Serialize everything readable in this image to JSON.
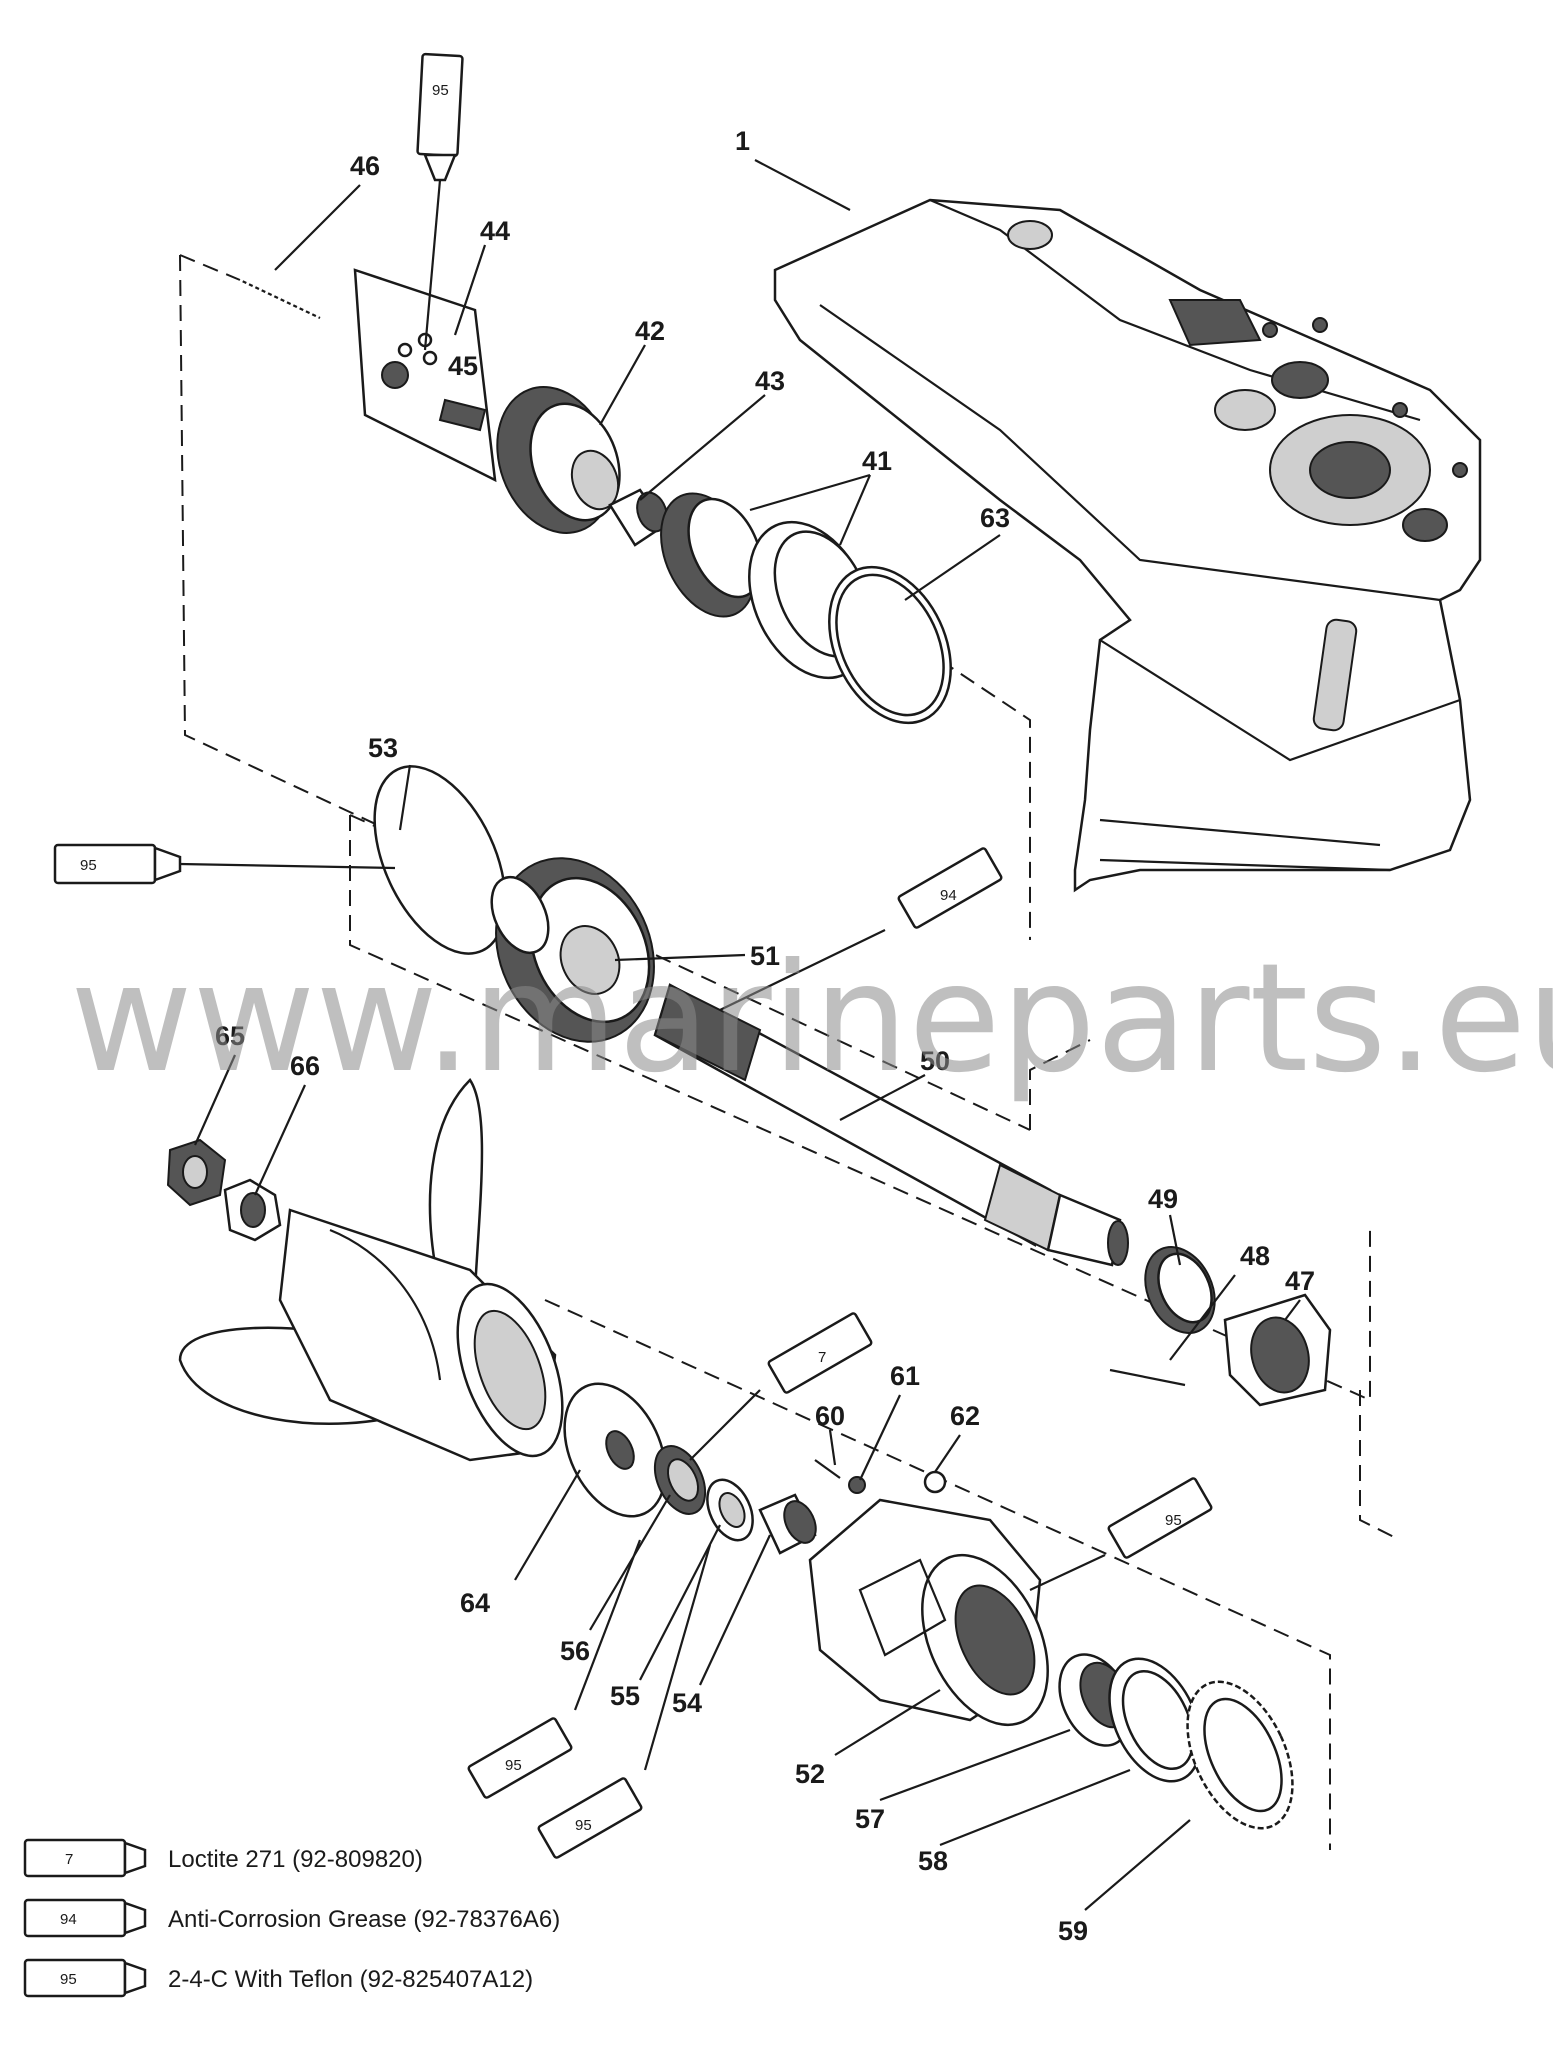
{
  "watermark": "www.marineparts.eu",
  "parts": {
    "p1": "1",
    "p41": "41",
    "p42": "42",
    "p43": "43",
    "p44": "44",
    "p45": "45",
    "p46": "46",
    "p47": "47",
    "p48": "48",
    "p49": "49",
    "p50": "50",
    "p51": "51",
    "p52": "52",
    "p53": "53",
    "p54": "54",
    "p55": "55",
    "p56": "56",
    "p57": "57",
    "p58": "58",
    "p59": "59",
    "p60": "60",
    "p61": "61",
    "p62": "62",
    "p63": "63",
    "p64": "64",
    "p65": "65",
    "p66": "66"
  },
  "tubes": {
    "t_top": "95",
    "t_left": "95",
    "t_51": "94",
    "t_55": "7",
    "t_52": "95",
    "t_56": "95",
    "t_55b": "95"
  },
  "legend": [
    {
      "code": "7",
      "text": "Loctite 271 (92-809820)"
    },
    {
      "code": "94",
      "text": "Anti-Corrosion Grease (92-78376A6)"
    },
    {
      "code": "95",
      "text": "2-4-C With Teflon (92-825407A12)"
    }
  ]
}
